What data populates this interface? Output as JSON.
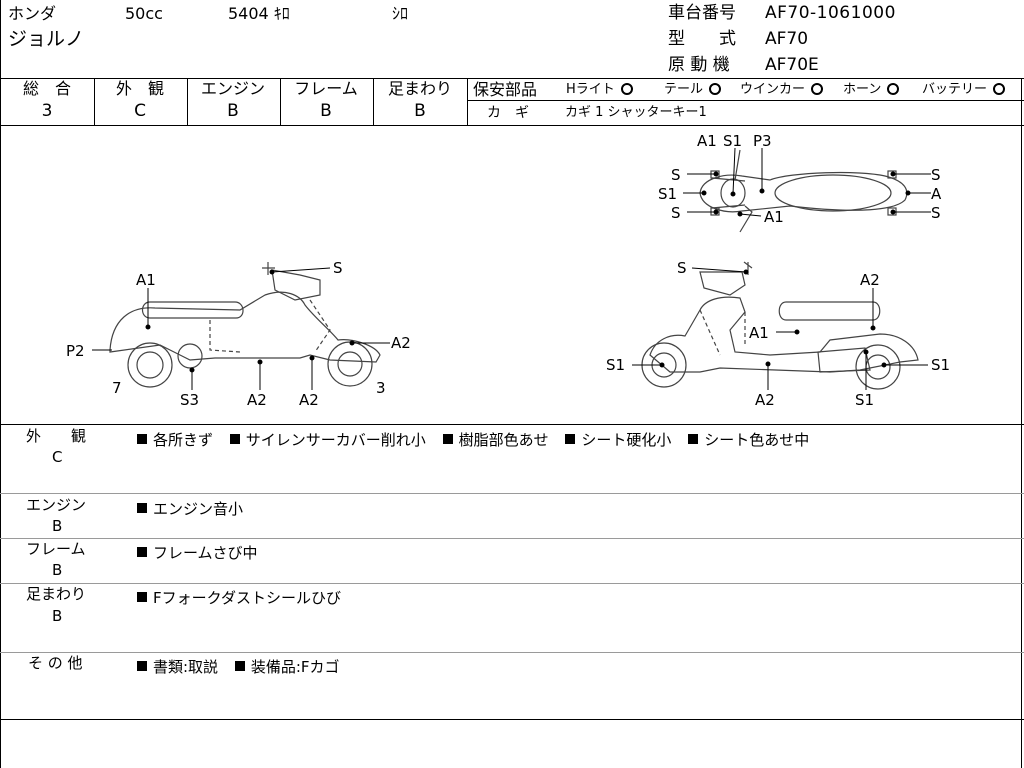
{
  "header": {
    "maker": "ホンダ",
    "cc": "50cc",
    "mileage": "5404 ｷﾛ",
    "color": "ｼﾛ",
    "model_name": "ジョルノ",
    "frame_no_label": "車台番号",
    "frame_no": "AF70-1061000",
    "type_label": "型　　式",
    "type": "AF70",
    "engine_label": "原 動 機",
    "engine": "AF70E"
  },
  "grades": {
    "total": {
      "label": "総　合",
      "value": "3"
    },
    "exterior": {
      "label": "外　観",
      "value": "C"
    },
    "engine": {
      "label": "エンジン",
      "value": "B"
    },
    "frame": {
      "label": "フレーム",
      "value": "B"
    },
    "suspension": {
      "label": "足まわり",
      "value": "B"
    }
  },
  "safety": {
    "label": "保安部品",
    "items": [
      "Hライト",
      "テール",
      "ウインカー",
      "ホーン",
      "バッテリー"
    ],
    "key_label": "カ　ギ",
    "key_value": "カギ 1  シャッターキー1"
  },
  "diagram_labels": {
    "top": {
      "a1": "A1",
      "s1": "S1",
      "p3": "P3",
      "s": "S",
      "a": "A"
    },
    "left": {
      "a1": "A1",
      "s": "S",
      "p2": "P2",
      "a2": "A2",
      "s3": "S3",
      "n7": "7",
      "n3": "3"
    },
    "right": {
      "s": "S",
      "a2": "A2",
      "a1": "A1",
      "s1": "S1"
    }
  },
  "notes": [
    {
      "title": "外　　観",
      "grade": "C",
      "items": [
        "各所きず",
        "サイレンサーカバー削れ小",
        "樹脂部色あせ",
        "シート硬化小",
        "シート色あせ中"
      ]
    },
    {
      "title": "エンジン",
      "grade": "B",
      "items": [
        "エンジン音小"
      ]
    },
    {
      "title": "フレーム",
      "grade": "B",
      "items": [
        "フレームさび中"
      ]
    },
    {
      "title": "足まわり",
      "grade": "B",
      "items": [
        "Fフォークダストシールひび"
      ]
    },
    {
      "title": "そ の 他",
      "grade": "",
      "items": [
        "書類:取説",
        "装備品:Fカゴ"
      ]
    }
  ]
}
